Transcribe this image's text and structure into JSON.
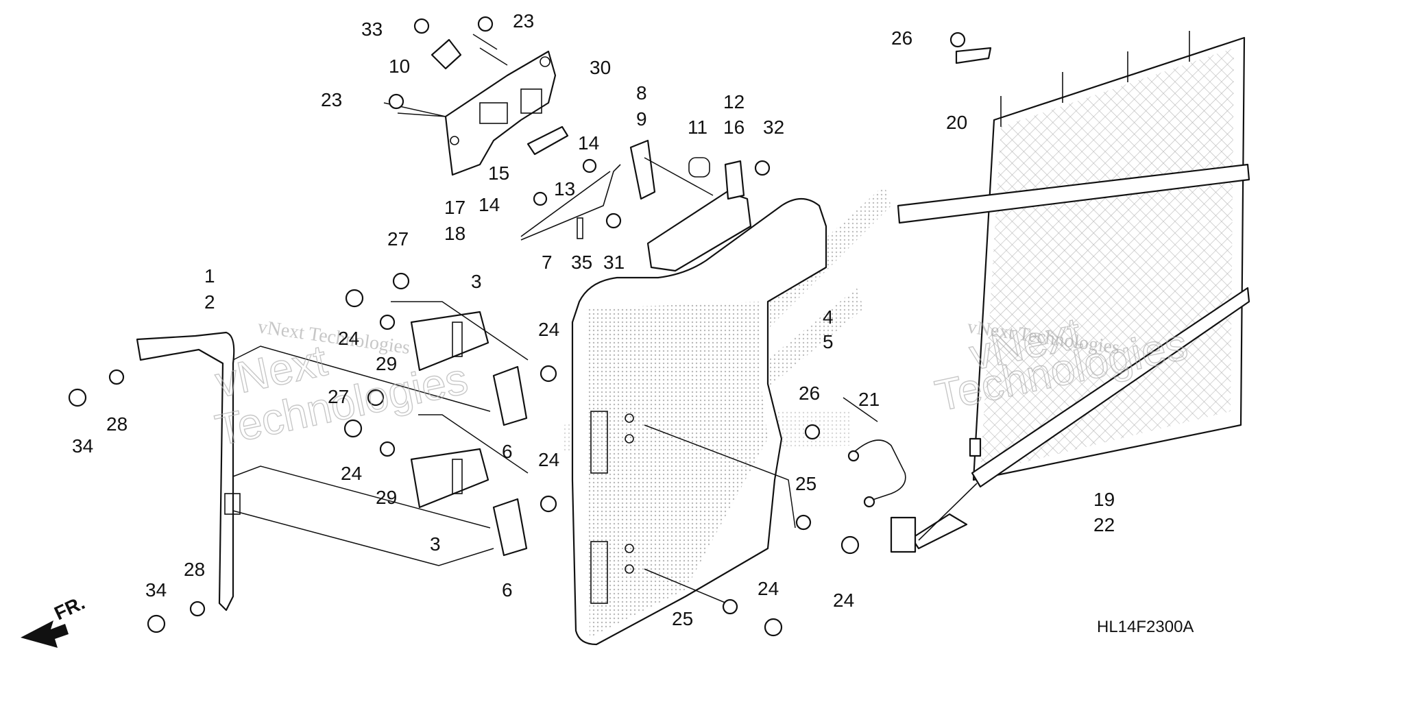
{
  "callouts": [
    {
      "id": "c33",
      "text": "33"
    },
    {
      "id": "c23a",
      "text": "23"
    },
    {
      "id": "c10",
      "text": "10"
    },
    {
      "id": "c23b",
      "text": "23"
    },
    {
      "id": "c30",
      "text": "30"
    },
    {
      "id": "c8",
      "text": "8"
    },
    {
      "id": "c9",
      "text": "9"
    },
    {
      "id": "c12",
      "text": "12"
    },
    {
      "id": "c16",
      "text": "16"
    },
    {
      "id": "c11",
      "text": "11"
    },
    {
      "id": "c32",
      "text": "32"
    },
    {
      "id": "c14a",
      "text": "14"
    },
    {
      "id": "c15",
      "text": "15"
    },
    {
      "id": "c13",
      "text": "13"
    },
    {
      "id": "c14b",
      "text": "14"
    },
    {
      "id": "c17",
      "text": "17"
    },
    {
      "id": "c18",
      "text": "18"
    },
    {
      "id": "c7",
      "text": "7"
    },
    {
      "id": "c35",
      "text": "35"
    },
    {
      "id": "c31",
      "text": "31"
    },
    {
      "id": "c27a",
      "text": "27"
    },
    {
      "id": "c3a",
      "text": "3"
    },
    {
      "id": "c1",
      "text": "1"
    },
    {
      "id": "c2",
      "text": "2"
    },
    {
      "id": "c24a",
      "text": "24"
    },
    {
      "id": "c29a",
      "text": "29"
    },
    {
      "id": "c24b",
      "text": "24"
    },
    {
      "id": "c28a",
      "text": "28"
    },
    {
      "id": "c34a",
      "text": "34"
    },
    {
      "id": "c27b",
      "text": "27"
    },
    {
      "id": "c6a",
      "text": "6"
    },
    {
      "id": "c24c",
      "text": "24"
    },
    {
      "id": "c29b",
      "text": "29"
    },
    {
      "id": "c24d",
      "text": "24"
    },
    {
      "id": "c3b",
      "text": "3"
    },
    {
      "id": "c6b",
      "text": "6"
    },
    {
      "id": "c28b",
      "text": "28"
    },
    {
      "id": "c34b",
      "text": "34"
    },
    {
      "id": "c4",
      "text": "4"
    },
    {
      "id": "c5",
      "text": "5"
    },
    {
      "id": "c26a",
      "text": "26"
    },
    {
      "id": "c21",
      "text": "21"
    },
    {
      "id": "c25a",
      "text": "25"
    },
    {
      "id": "c24e",
      "text": "24"
    },
    {
      "id": "c25b",
      "text": "25"
    },
    {
      "id": "c24f",
      "text": "24"
    },
    {
      "id": "c26b",
      "text": "26"
    },
    {
      "id": "c20",
      "text": "20"
    },
    {
      "id": "c19",
      "text": "19"
    },
    {
      "id": "c22",
      "text": "22"
    }
  ],
  "diagram_code": "HL14F2300A",
  "front_indicator": "FR.",
  "watermarks": {
    "small_text": "vNext Technologies",
    "large_line1": "vNext",
    "large_line2": "Technologies"
  }
}
